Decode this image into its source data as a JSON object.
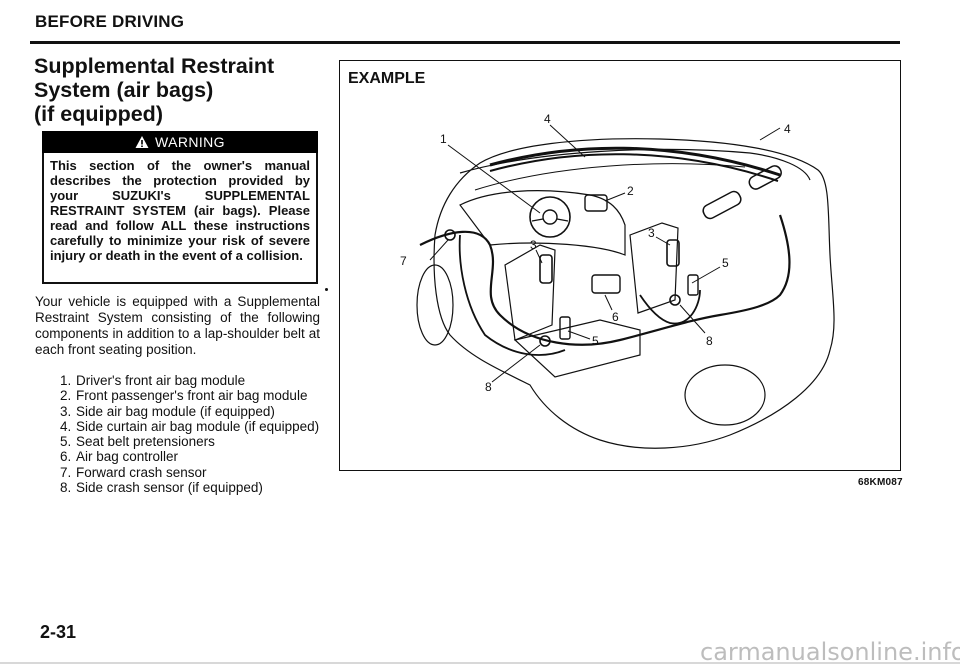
{
  "header": {
    "section": "BEFORE DRIVING"
  },
  "title": {
    "lines": [
      "Supplemental Restraint",
      "System (air bags)",
      "(if equipped)"
    ]
  },
  "warning": {
    "banner": "WARNING",
    "icon": "warning-triangle-icon",
    "body": "This section of the owner's manual describes the protection provided by your SUZUKI's SUPPLEMENTAL RESTRAINT SYSTEM (air bags). Please read and follow ALL these instructions carefully to minimize your risk of severe injury or death in the event of a collision."
  },
  "intro": "Your vehicle is equipped with a Supplemental Restraint System consisting of the following components in addition to a lap-shoulder belt at each front seating position.",
  "components": [
    {
      "num": "1.",
      "text": "Driver's front air bag module"
    },
    {
      "num": "2.",
      "text": "Front passenger's front air bag module"
    },
    {
      "num": "3.",
      "text": "Side air bag module (if equipped)"
    },
    {
      "num": "4.",
      "text": "Side curtain air bag module (if equipped)"
    },
    {
      "num": "5.",
      "text": "Seat belt pretensioners"
    },
    {
      "num": "6.",
      "text": "Air bag controller"
    },
    {
      "num": "7.",
      "text": "Forward crash sensor"
    },
    {
      "num": "8.",
      "text": "Side crash sensor (if equipped)"
    }
  ],
  "figure": {
    "title": "EXAMPLE",
    "code": "68KM087",
    "callouts": [
      "1",
      "4",
      "4",
      "2",
      "3",
      "3",
      "5",
      "5",
      "6",
      "7",
      "8",
      "8"
    ]
  },
  "page_number": "2-31",
  "watermark": "carmanualsonline.info"
}
